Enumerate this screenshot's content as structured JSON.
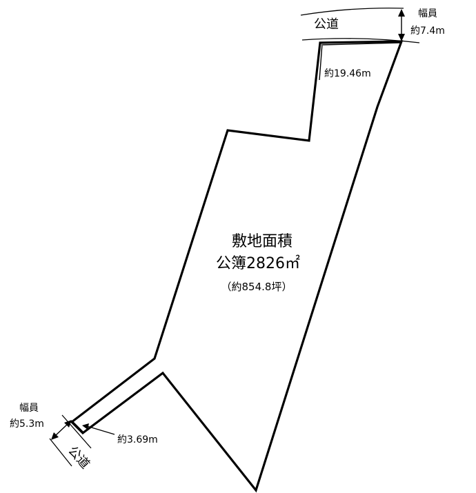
{
  "area": {
    "title": "敷地面積",
    "registered": "公簿2826㎡",
    "tsubo": "（約854.8坪）"
  },
  "top_road": {
    "label": "公道",
    "width_label": "幅員",
    "width_value": "約7.4m",
    "frontage": "約19.46m"
  },
  "bottom_road": {
    "label": "公道",
    "width_label": "幅員",
    "width_value": "約5.3m",
    "frontage": "約3.69m"
  }
}
